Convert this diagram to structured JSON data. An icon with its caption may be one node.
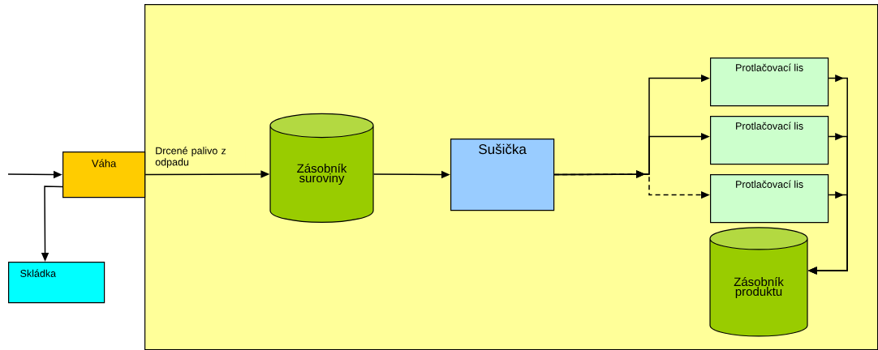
{
  "diagram": {
    "nodes": [
      {
        "text": [],
        "shape": "box"
      },
      {
        "text": [
          "Váha"
        ]
      },
      {
        "text": [
          "Skládka"
        ]
      },
      {
        "text": [
          "Zásobník suroviny"
        ],
        "in": 0
      },
      {
        "text": [
          "Sušička"
        ],
        "in": 0
      },
      {
        "text": [
          "Protlačovací lis"
        ],
        "in": 0
      },
      {
        "text": [
          "Protlačovací lis"
        ],
        "in": 0
      },
      {
        "text": [
          "Protlačovací lis"
        ],
        "in": 0
      },
      {
        "text": [
          "Zásobník produktu"
        ],
        "in": 0
      }
    ],
    "edges": [
      {
        "from": null,
        "to": 1,
        "arrow": "to"
      },
      {
        "from": 1,
        "to": 2,
        "arrow": "to"
      },
      {
        "from": 1,
        "to": 3,
        "arrow": "to",
        "label": "Drcené palivo z odpadu"
      },
      {
        "from": 3,
        "to": 4,
        "arrow": "to"
      },
      {
        "from": 4,
        "to": 5,
        "arrow": "to"
      },
      {
        "from": 4,
        "to": 6,
        "arrow": "to"
      },
      {
        "from": 4,
        "to": 7,
        "arrow": "to",
        "style": "dashed"
      },
      {
        "from": 5,
        "to": 8,
        "arrow": "to"
      },
      {
        "from": 6,
        "to": 8,
        "arrow": "to"
      },
      {
        "from": 7,
        "to": 8,
        "arrow": "to"
      }
    ]
  }
}
